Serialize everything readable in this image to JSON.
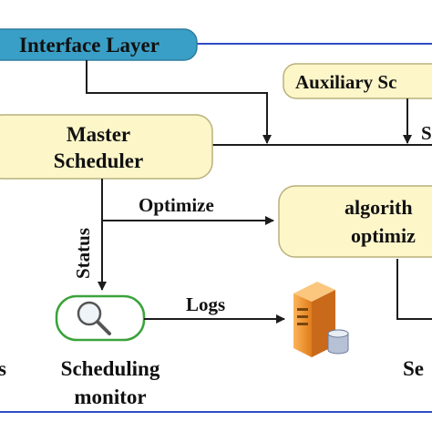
{
  "nodes": {
    "interface_layer": "Interface Layer",
    "auxiliary": "Auxiliary Sc",
    "master_line1": "Master",
    "master_line2": "Scheduler",
    "algorithm_line1": "algorith",
    "algorithm_line2": "optimiz",
    "monitor_line1": "Scheduling",
    "monitor_line2": "monitor"
  },
  "edge_labels": {
    "optimize": "Optimize",
    "status": "Status",
    "logs": "Logs",
    "right_top": "S",
    "left_bottom": "s",
    "right_bottom": "Se"
  },
  "icons": {
    "monitor": "magnifier-icon",
    "server": "server-icon"
  },
  "colors": {
    "interface_fill": "#3a9fc6",
    "node_fill": "#fdf6c9",
    "node_stroke": "#b9b07a",
    "line_color": "#1c1c1c",
    "blue_line": "#2f4cc6",
    "monitor_border": "#3aa33a",
    "server_orange": "#f29a36"
  }
}
